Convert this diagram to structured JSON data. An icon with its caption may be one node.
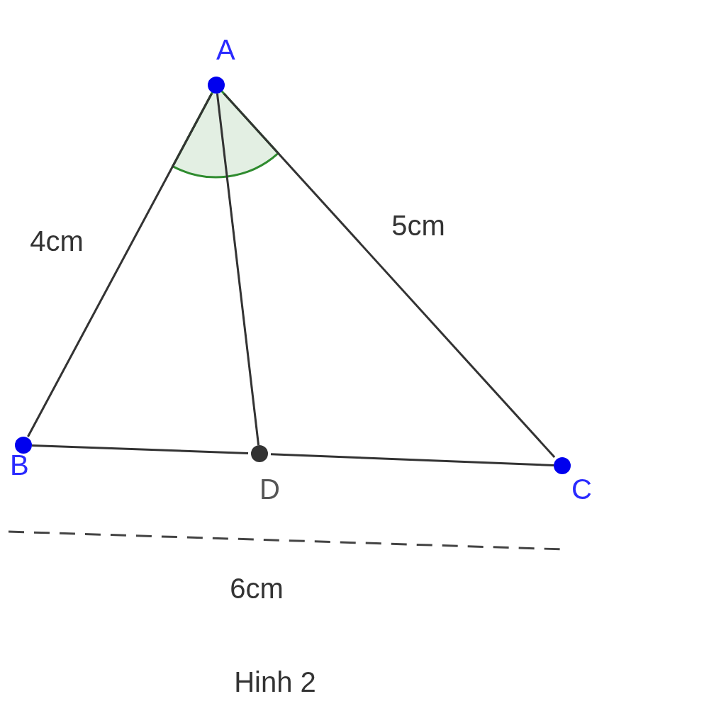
{
  "diagram": {
    "caption": "Hinh 2",
    "nodes": [
      {
        "text": [
          "A"
        ]
      },
      {
        "text": [
          "B"
        ]
      },
      {
        "text": [
          "C"
        ]
      },
      {
        "text": [
          "D"
        ]
      }
    ],
    "edges": [
      {
        "from": 0,
        "to": 1,
        "arrow": "none"
      },
      {
        "from": 0,
        "to": 2,
        "arrow": "none"
      },
      {
        "from": 0,
        "to": 3,
        "arrow": "none"
      },
      {
        "from": 1,
        "to": 3,
        "arrow": "none"
      },
      {
        "from": 3,
        "to": 2,
        "arrow": "none"
      }
    ],
    "labels": [
      "4cm",
      "5cm",
      "6cm"
    ]
  }
}
